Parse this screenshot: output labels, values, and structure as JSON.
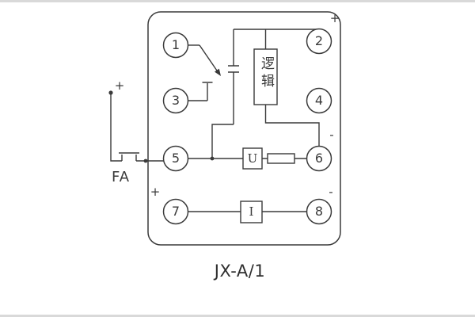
{
  "diagram": {
    "device_label": "JX-A/1",
    "logic_box_label": "逻辑",
    "voltage_element_label": "U",
    "current_element_label": "I",
    "external_switch_label": "FA",
    "terminals": [
      "1",
      "2",
      "3",
      "4",
      "5",
      "6",
      "7",
      "8"
    ],
    "polarity": {
      "plus": "+",
      "minus": "-"
    },
    "colors": {
      "line": "#3a3a3a",
      "background": "#ffffff"
    }
  }
}
